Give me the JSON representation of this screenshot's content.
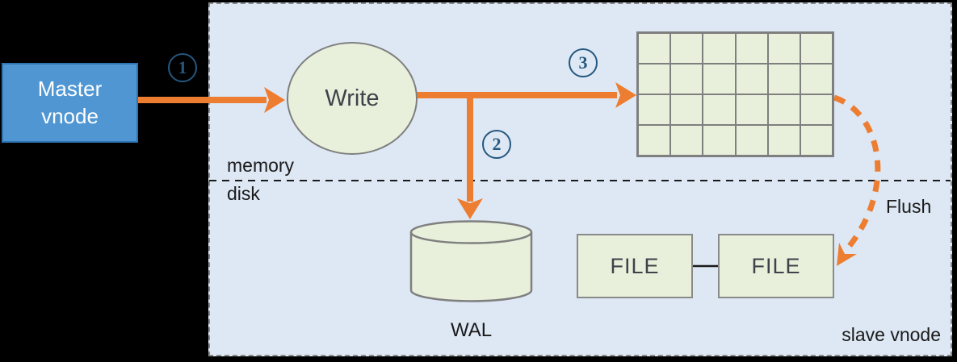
{
  "nodes": {
    "master": {
      "label": "Master\nvnode"
    },
    "write": {
      "label": "Write"
    },
    "wal": {
      "label": "WAL"
    },
    "file1": {
      "label": "FILE"
    },
    "file2": {
      "label": "FILE"
    }
  },
  "steps": [
    {
      "number": "1"
    },
    {
      "number": "2"
    },
    {
      "number": "3"
    }
  ],
  "labels": {
    "memory": "memory",
    "disk": "disk",
    "flush": "Flush",
    "slave_vnode": "slave vnode"
  },
  "grid": {
    "rows": 4,
    "cols": 6
  },
  "colors": {
    "arrow_orange": "#ED7D31",
    "node_green_fill": "#E8F0DC",
    "node_border_gray": "#7F7F7F",
    "container_fill": "#DDE8F4",
    "container_border": "#8A8A8A",
    "master_fill": "#4F96D2",
    "master_border": "#2E75B5",
    "step_blue": "#25577F",
    "text_dark": "#3D4349",
    "text_black": "#1A1A1A"
  }
}
